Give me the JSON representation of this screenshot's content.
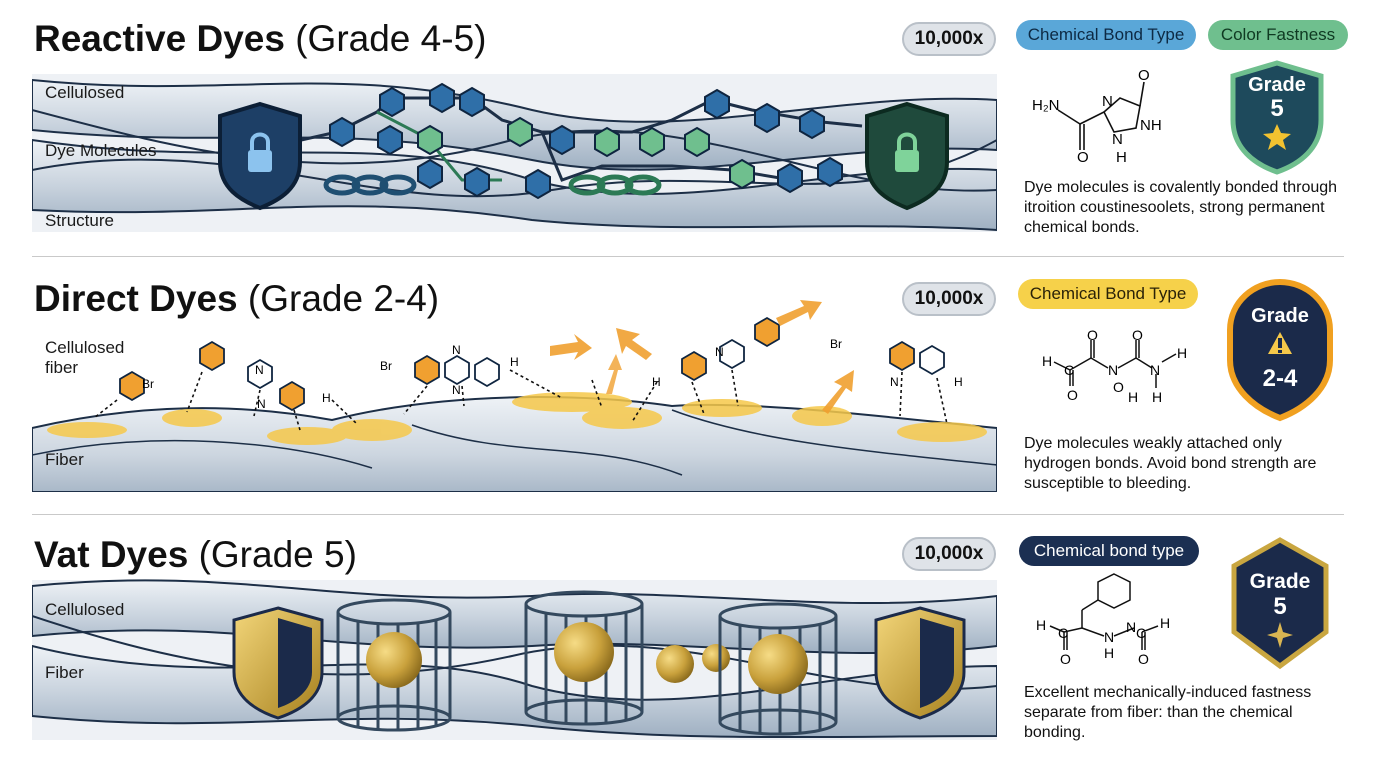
{
  "sections": [
    {
      "title_bold": "Reactive Dyes",
      "title_grade": "(Grade 4-5)",
      "zoom": "10,000x",
      "pills": [
        "Chemical Bond Type",
        "Color Fastness"
      ],
      "labels": [
        "Cellulosed",
        "Dye Molecules",
        "Structure"
      ],
      "badge": {
        "word": "Grade",
        "value": "5"
      },
      "molecule_labels": [
        "H₂N",
        "O",
        "N",
        "NH",
        "N",
        "H",
        "O"
      ],
      "description": "Dye molecules is covalently bonded through itroition coustinesoolets, strong permanent chemical bonds.",
      "colors": {
        "pill_primary": "#5aa7d8",
        "pill_secondary": "#6fbf8e",
        "badge": "#1e4a5c"
      }
    },
    {
      "title_bold": "Direct Dyes",
      "title_grade": "(Grade 2-4)",
      "zoom": "10,000x",
      "pills": [
        "Chemical Bond Type"
      ],
      "labels": [
        "Cellulosed",
        "fiber",
        "Fiber"
      ],
      "badge": {
        "word": "Grade",
        "value": "2-4"
      },
      "diagram_atoms": [
        "Br",
        "N",
        "N",
        "H",
        "Br",
        "N",
        "N",
        "H",
        "H",
        "N",
        "Br",
        "N",
        "H"
      ],
      "molecule_labels": [
        "O",
        "O",
        "H",
        "C",
        "N",
        "N",
        "H",
        "H",
        "O",
        "O",
        "H"
      ],
      "description": "Dye molecules weakly attached only hydrogen bonds. Avoid bond strength are susceptible to bleeding.",
      "colors": {
        "pill_primary": "#f6d14a",
        "badge": "#1b2a4a",
        "badge_ring": "#f0a020"
      }
    },
    {
      "title_bold": "Vat Dyes",
      "title_grade": "(Grade 5)",
      "zoom": "10,000x",
      "pills": [
        "Chemical bond type"
      ],
      "labels": [
        "Cellulosed",
        "Fiber"
      ],
      "badge": {
        "word": "Grade",
        "value": "5"
      },
      "molecule_labels": [
        "H",
        "C",
        "O",
        "N",
        "H",
        "N",
        "C",
        "H",
        "O"
      ],
      "description": "Excellent mechanically-induced fastness separate from fiber: than the chemical bonding.",
      "colors": {
        "pill_primary": "#1b2f52",
        "badge": "#1b2a4a",
        "badge_ring": "#c9a640"
      }
    }
  ]
}
